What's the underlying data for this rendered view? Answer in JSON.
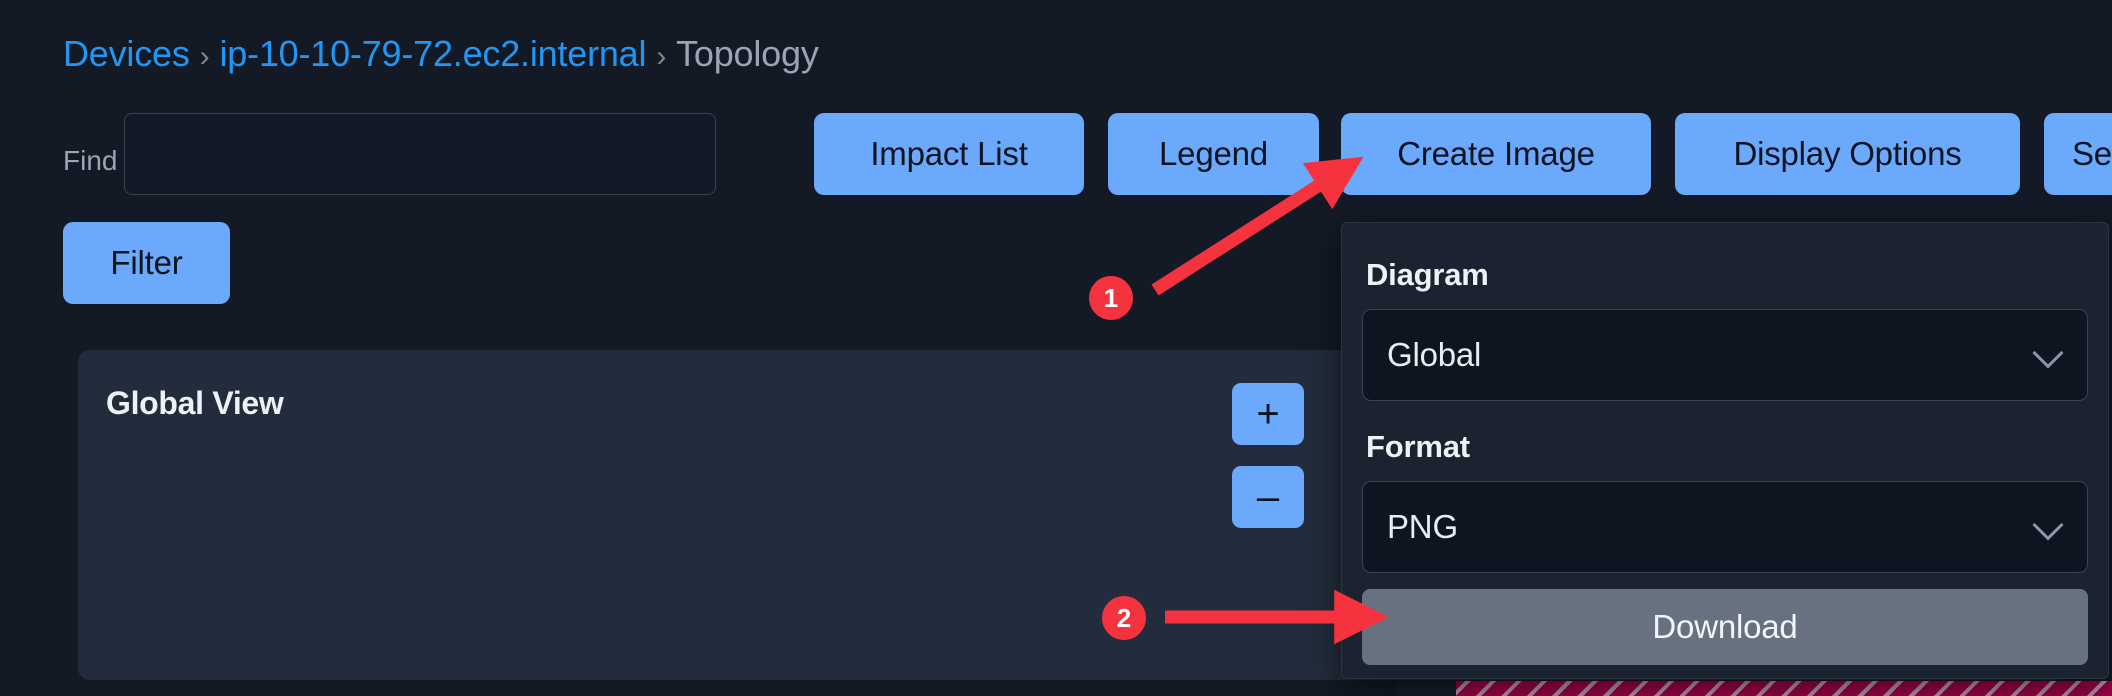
{
  "theme": {
    "bg": "#131a26",
    "accent_blue": "#6aa9fb",
    "link_blue": "#2196f3",
    "panel_bg": "#222c3c",
    "dropdown_bg": "#1b2230",
    "annotation_red": "#f5333f",
    "striped_magenta": "#a1024a",
    "download_grey": "#67717f"
  },
  "breadcrumb": {
    "items": [
      {
        "label": "Devices",
        "type": "link"
      },
      {
        "label": "ip-10-10-79-72.ec2.internal",
        "type": "link"
      },
      {
        "label": "Topology",
        "type": "current"
      }
    ],
    "separator": "›"
  },
  "toolbar": {
    "find_label": "Find",
    "find_value": "",
    "find_placeholder": "",
    "filter_label": "Filter",
    "impact_list_label": "Impact List",
    "legend_label": "Legend",
    "create_image_label": "Create Image",
    "display_options_label": "Display Options",
    "settings_label": "Se"
  },
  "global_view": {
    "title": "Global View",
    "zoom_in_label": "+",
    "zoom_out_label": "–"
  },
  "create_image_dropdown": {
    "diagram_label": "Diagram",
    "diagram_value": "Global",
    "diagram_options": [
      "Global"
    ],
    "format_label": "Format",
    "format_value": "PNG",
    "format_options": [
      "PNG"
    ],
    "download_label": "Download"
  },
  "annotations": {
    "step_1": "1",
    "step_2": "2"
  }
}
